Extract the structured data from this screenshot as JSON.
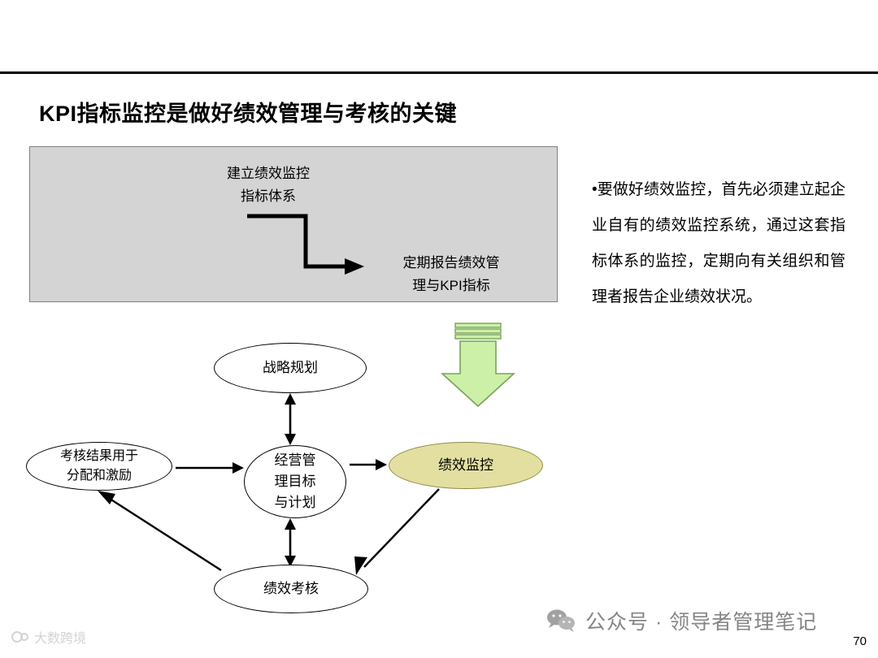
{
  "slide": {
    "title": "KPI指标监控是做好绩效管理与考核的关键",
    "page_number": "70"
  },
  "grey_box": {
    "label_top": "建立绩效监控\n指标体系",
    "label_bottom": "定期报告绩效管\n理与KPI指标",
    "fill_color": "#d4d4d4",
    "border_color": "#808080"
  },
  "right_text": {
    "bullet": "•",
    "body": "要做好绩效监控，首先必须建立起企业自有的绩效监控系统，通过这套指标体系的监控，定期向有关组织和管理者报告企业绩效状况。"
  },
  "cycle": {
    "nodes": {
      "strategy": "战略规划",
      "reward": "考核结果用于\n分配和激励",
      "center": "经营管\n理目标\n与计划",
      "monitor": "绩效监控",
      "assess": "绩效考核"
    },
    "highlight_color": "#e3dfa0"
  },
  "green_arrow": {
    "fill_color": "#ccf0a8",
    "border_color": "#7aa35a"
  },
  "watermarks": {
    "wechat": "公众号 · 领导者管理笔记",
    "brand": "大数跨境"
  }
}
